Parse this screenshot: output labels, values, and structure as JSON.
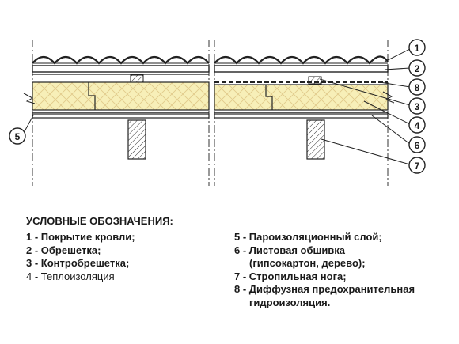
{
  "callouts": {
    "c1": "1",
    "c2": "2",
    "c8": "8",
    "c3": "3",
    "c4": "4",
    "c6": "6",
    "c7": "7",
    "c5": "5"
  },
  "legend": {
    "title": "УСЛОВНЫЕ ОБОЗНАЧЕНИЯ:",
    "left": [
      "1 - Покрытие кровли;",
      "2 - Обрешетка;",
      "3 - Контробрешетка;",
      "4 - Теплоизоляция"
    ],
    "right": [
      "5 - Пароизоляционный слой;",
      "6 - Листовая обшивка",
      "(гипсокартон, дерево);",
      "7 - Стропильная нога;",
      "8 - Диффузная предохранительная",
      "гидроизоляция."
    ]
  },
  "colors": {
    "insulation": "#f7efb8",
    "insulation_hatch": "#d9c27a",
    "line": "#222222",
    "board": "#ffffff"
  }
}
